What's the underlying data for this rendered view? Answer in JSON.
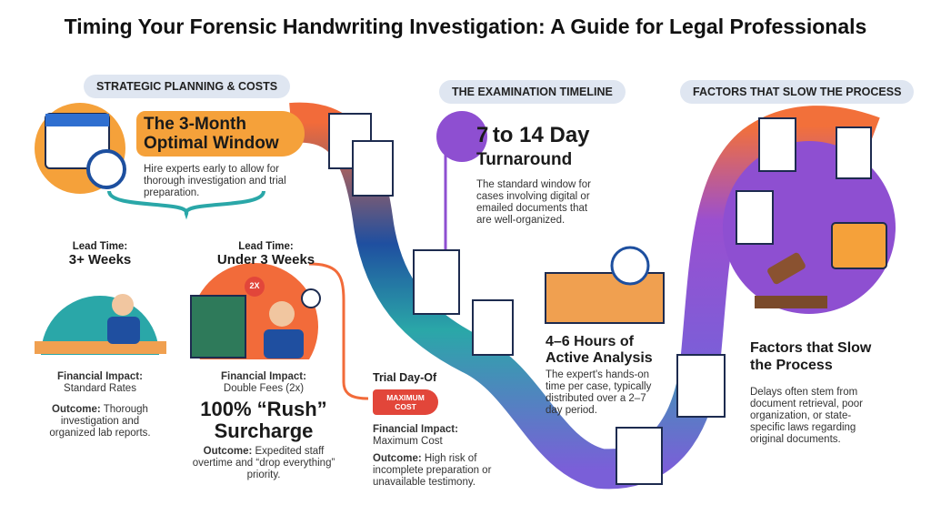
{
  "title": "Timing Your Forensic Handwriting Investigation: A Guide for Legal Professionals",
  "sections": {
    "planning": "STRATEGIC PLANNING & COSTS",
    "timeline": "THE EXAMINATION TIMELINE",
    "factors": "FACTORS THAT SLOW THE PROCESS"
  },
  "optimal": {
    "title_line1": "The 3-Month",
    "title_line2": "Optimal Window",
    "desc": "Hire experts early to allow for thorough investigation and trial preparation."
  },
  "lead_standard": {
    "label": "Lead Time:",
    "value": "3+ Weeks",
    "impact_label": "Financial Impact:",
    "impact": "Standard Rates",
    "outcome_label": "Outcome:",
    "outcome": "Thorough investigation and organized lab reports."
  },
  "lead_rush": {
    "label": "Lead Time:",
    "value": "Under 3 Weeks",
    "badge": "2X",
    "impact_label": "Financial Impact:",
    "impact": "Double Fees (2x)",
    "surcharge": "100% “Rush” Surcharge",
    "outcome_label": "Outcome:",
    "outcome": "Expedited staff overtime and “drop everything” priority."
  },
  "trial": {
    "label": "Trial Day-Of",
    "tag": "MAXIMUM COST",
    "impact_label": "Financial Impact:",
    "impact": "Maximum Cost",
    "outcome_label": "Outcome:",
    "outcome": "High risk of incomplete preparation or unavailable testimony."
  },
  "turnaround": {
    "num": "7",
    "title": "to 14 Day",
    "subtitle": "Turnaround",
    "desc": "The standard window for cases involving digital or emailed documents that are well-organized."
  },
  "analysis": {
    "title": "4–6 Hours of Active Analysis",
    "desc": "The expert's hands-on time per case, typically distributed over a 2–7 day period."
  },
  "factors": {
    "title": "Factors that Slow the Process",
    "desc": "Delays often stem from document retrieval, poor organization, or state-specific laws regarding original documents."
  },
  "colors": {
    "orange": "#f5a13a",
    "blue": "#1f4fa0",
    "teal": "#2aa7a8",
    "purple": "#8e4fd1",
    "red": "#e2463a"
  }
}
